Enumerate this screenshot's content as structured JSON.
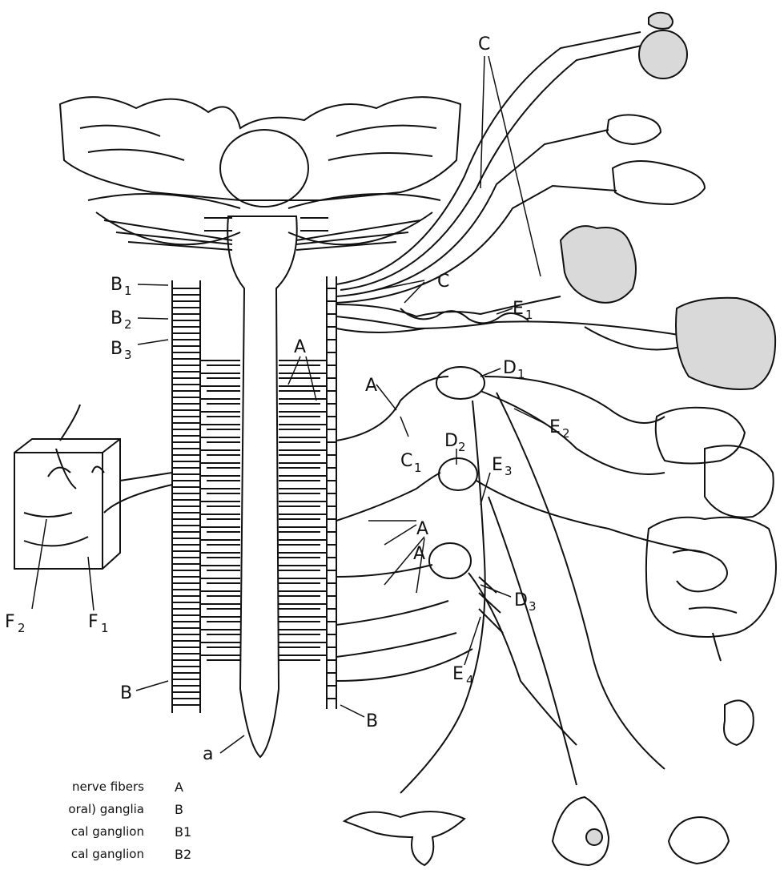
{
  "figure": {
    "labels": {
      "a": "a",
      "A_left": "A",
      "A_mid": "A",
      "A_lower": "A",
      "A_lower2": "A",
      "B": "B",
      "B_right": "B",
      "B1": "B",
      "B1_sub": "1",
      "B2": "B",
      "B2_sub": "2",
      "B3": "B",
      "B3_sub": "3",
      "C_top": "C",
      "C_mid": "C",
      "C1": "C",
      "C1_sub": "1",
      "D1": "D",
      "D1_sub": "1",
      "D2": "D",
      "D2_sub": "2",
      "D3": "D",
      "D3_sub": "3",
      "E1": "E",
      "E1_sub": "1",
      "E2": "E",
      "E2_sub": "2",
      "E3": "E",
      "E3_sub": "3",
      "E4": "E",
      "E4_sub": "4",
      "F1": "F",
      "F1_sub": "1",
      "F2": "F",
      "F2_sub": "2"
    }
  },
  "legend": [
    {
      "term": "nerve fibers",
      "key": "A"
    },
    {
      "term": "oral) ganglia",
      "key": "B"
    },
    {
      "term": "cal ganglion",
      "key": "B1"
    },
    {
      "term": "cal ganglion",
      "key": "B2"
    }
  ],
  "colors": {
    "line": "#111111",
    "organ_fill": "#d9d9d9",
    "background": "#ffffff"
  }
}
